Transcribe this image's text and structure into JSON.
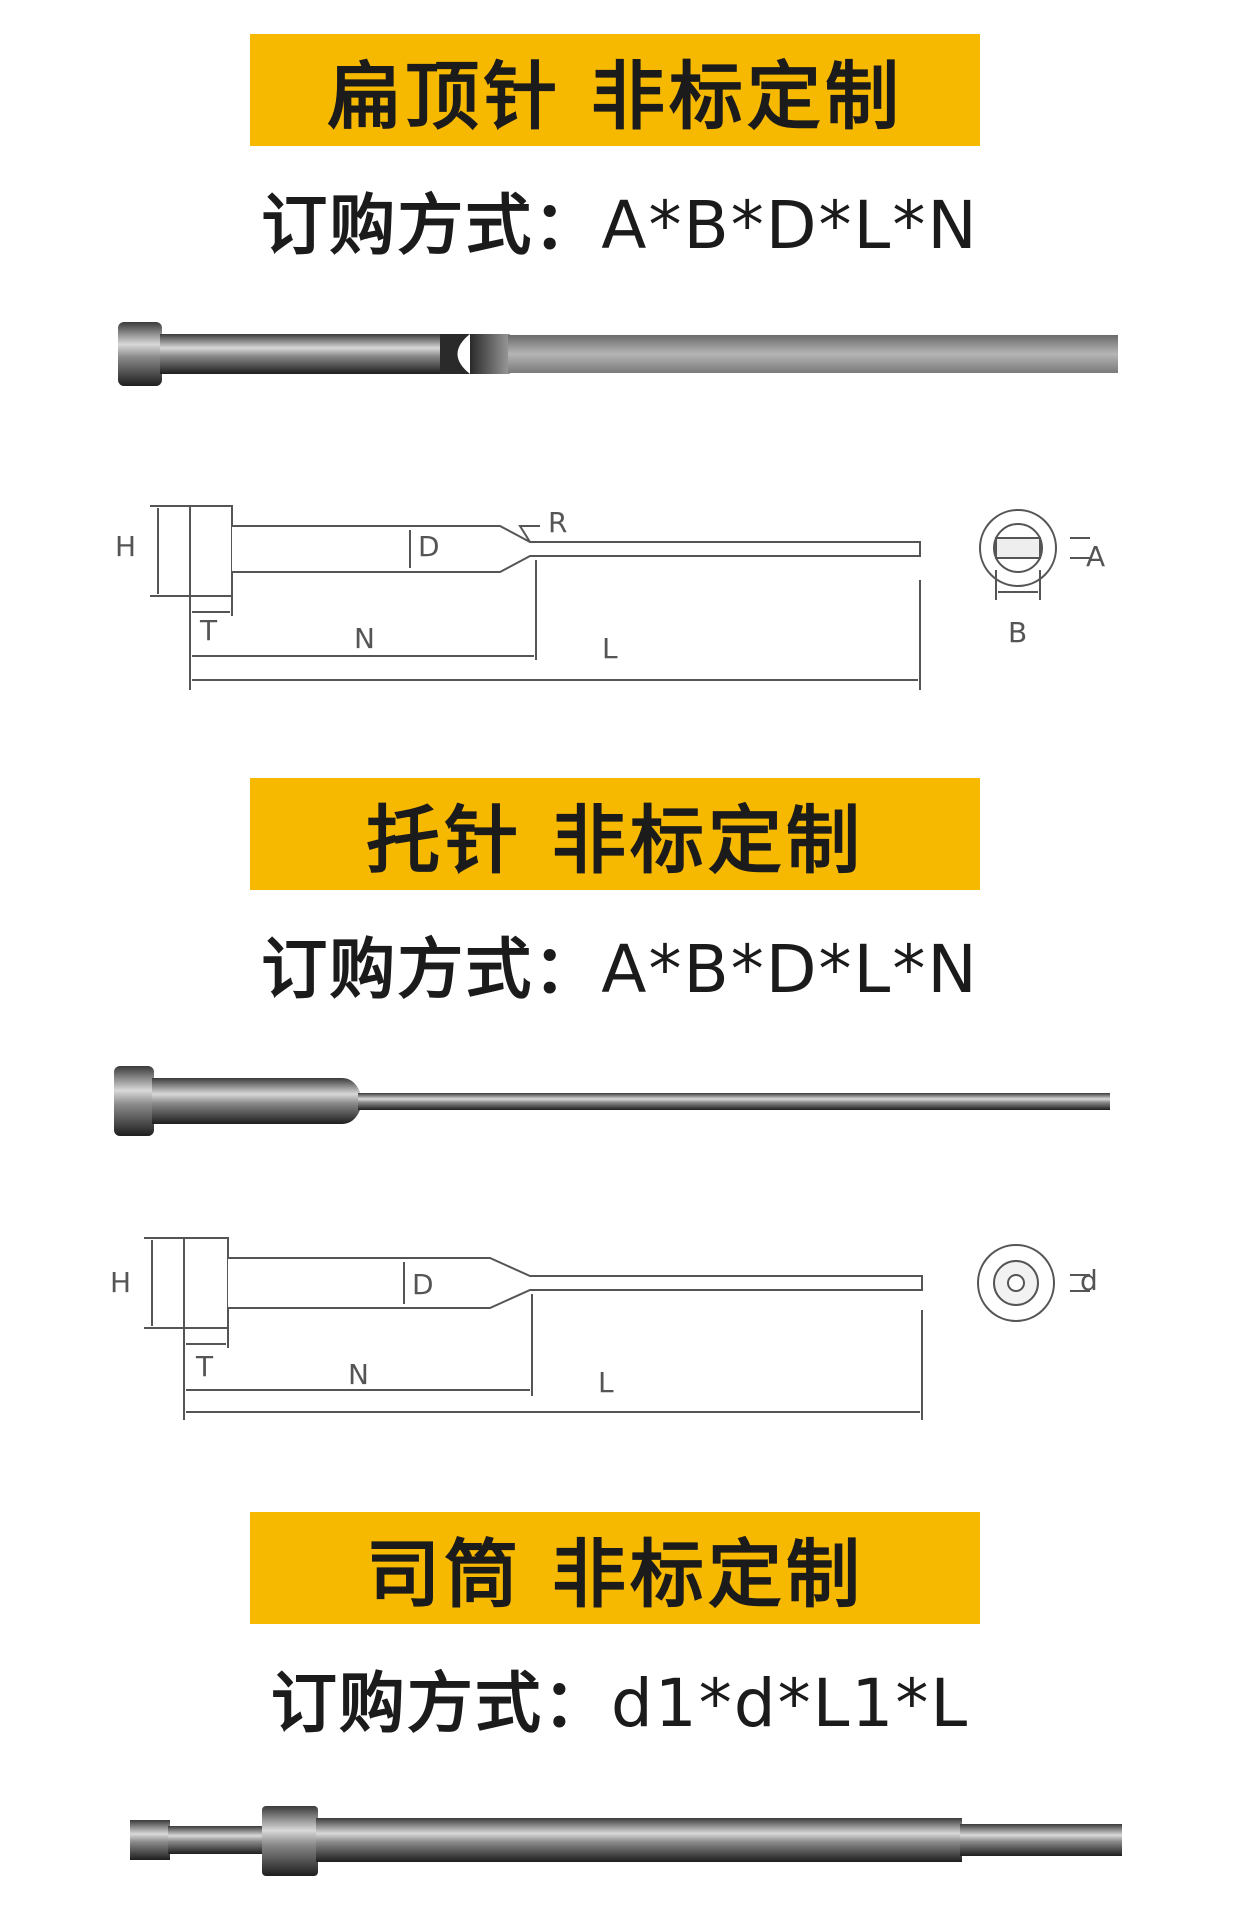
{
  "sections": [
    {
      "title": "扁顶针 非标定制",
      "order_label": "订购方式：",
      "order_code": "A*B*D*L*N",
      "dimensions": {
        "H": "H",
        "D": "D",
        "R": "R",
        "T": "T",
        "N": "N",
        "L": "L",
        "A": "A",
        "B": "B"
      }
    },
    {
      "title": "托针 非标定制",
      "order_label": "订购方式：",
      "order_code": "A*B*D*L*N",
      "dimensions": {
        "H": "H",
        "D": "D",
        "T": "T",
        "N": "N",
        "L": "L",
        "d": "d"
      }
    },
    {
      "title": "司筒 非标定制",
      "order_label": "订购方式：",
      "order_code": "d1*d*L1*L"
    }
  ],
  "colors": {
    "banner": "#f7b800",
    "text": "#1b1b1b",
    "line": "#555555"
  }
}
